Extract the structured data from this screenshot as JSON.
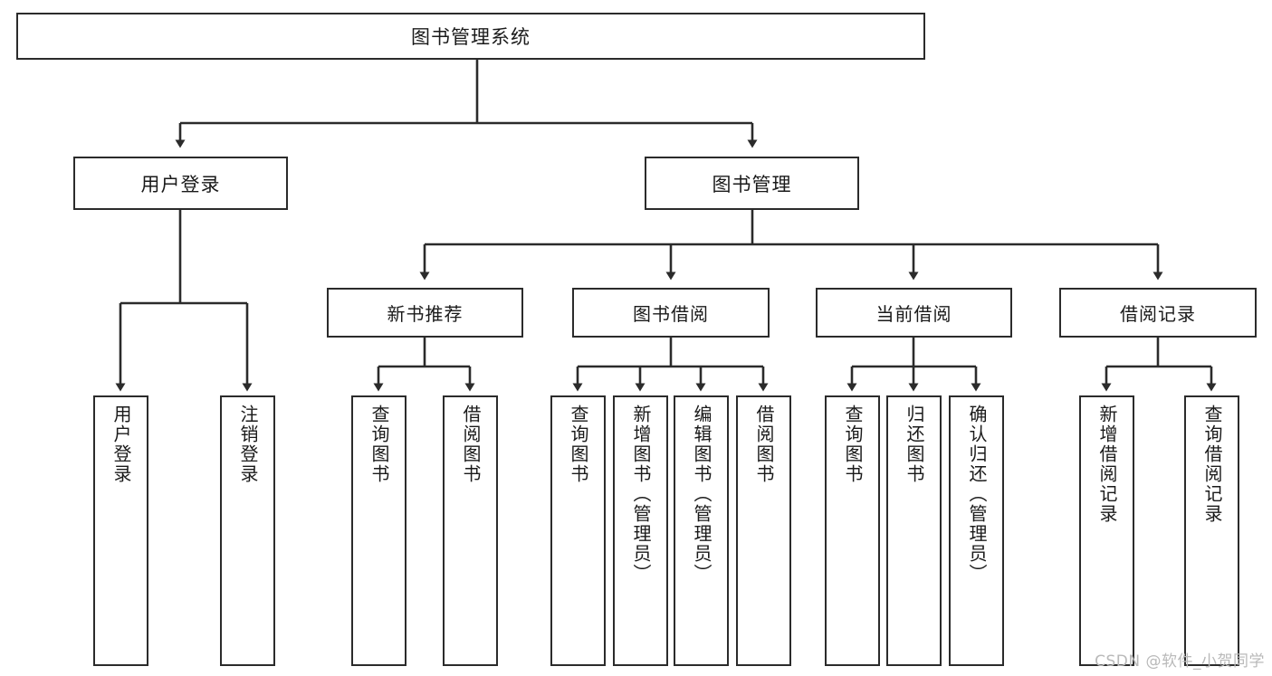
{
  "diagram": {
    "title": "图书管理系统",
    "type": "功能结构图",
    "colors": {
      "box_border": "#2b2b2b",
      "box_fill": "#ffffff",
      "edge": "#2b2b2b",
      "text": "#1a1a1a",
      "watermark": "#b9b9b9",
      "background": "#ffffff"
    },
    "watermark": "CSDN @软件_小贺同学",
    "nodes": {
      "root": {
        "label": "图书管理系统",
        "orientation": "horizontal"
      },
      "level2": [
        {
          "id": "user-login",
          "label": "用户登录",
          "orientation": "horizontal"
        },
        {
          "id": "book-manage",
          "label": "图书管理",
          "orientation": "horizontal"
        }
      ],
      "level3": [
        {
          "id": "new-book-recommend",
          "label": "新书推荐",
          "orientation": "horizontal"
        },
        {
          "id": "book-borrow",
          "label": "图书借阅",
          "orientation": "horizontal"
        },
        {
          "id": "current-borrow",
          "label": "当前借阅",
          "orientation": "horizontal"
        },
        {
          "id": "borrow-record",
          "label": "借阅记录",
          "orientation": "horizontal"
        }
      ],
      "leaves": [
        {
          "id": "leaf-user-login",
          "parent": "user-login",
          "label": "用户登录",
          "orientation": "vertical"
        },
        {
          "id": "leaf-user-logout",
          "parent": "user-login",
          "label": "注销登录",
          "orientation": "vertical"
        },
        {
          "id": "leaf-query-book-1",
          "parent": "new-book-recommend",
          "label": "查询图书",
          "orientation": "vertical"
        },
        {
          "id": "leaf-borrow-book-1",
          "parent": "new-book-recommend",
          "label": "借阅图书",
          "orientation": "vertical"
        },
        {
          "id": "leaf-query-book-2",
          "parent": "book-borrow",
          "label": "查询图书",
          "orientation": "vertical"
        },
        {
          "id": "leaf-add-book",
          "parent": "book-borrow",
          "label": "新增图书（管理员）",
          "orientation": "vertical"
        },
        {
          "id": "leaf-edit-book",
          "parent": "book-borrow",
          "label": "编辑图书（管理员）",
          "orientation": "vertical"
        },
        {
          "id": "leaf-borrow-book-2",
          "parent": "book-borrow",
          "label": "借阅图书",
          "orientation": "vertical"
        },
        {
          "id": "leaf-query-book-3",
          "parent": "current-borrow",
          "label": "查询图书",
          "orientation": "vertical"
        },
        {
          "id": "leaf-return-book",
          "parent": "current-borrow",
          "label": "归还图书",
          "orientation": "vertical"
        },
        {
          "id": "leaf-confirm-return",
          "parent": "current-borrow",
          "label": "确认归还（管理员）",
          "orientation": "vertical"
        },
        {
          "id": "leaf-add-record",
          "parent": "borrow-record",
          "label": "新增借阅记录",
          "orientation": "vertical"
        },
        {
          "id": "leaf-query-record",
          "parent": "borrow-record",
          "label": "查询借阅记录",
          "orientation": "vertical"
        }
      ]
    }
  }
}
